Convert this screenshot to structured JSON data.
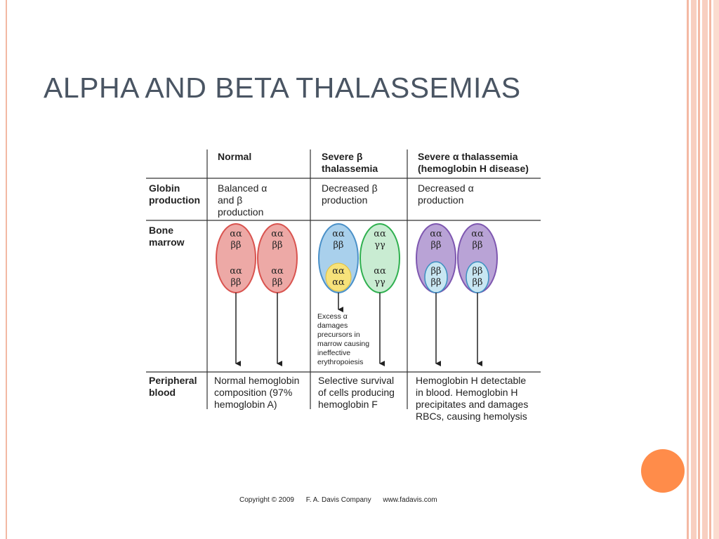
{
  "slide": {
    "title": "ALPHA AND BETA THALASSEMIAS"
  },
  "diagram": {
    "columns": [
      {
        "header_line1": "Normal",
        "header_line2": ""
      },
      {
        "header_line1": "Severe β",
        "header_line2": "thalassemia"
      },
      {
        "header_line1": "Severe α thalassemia",
        "header_line2": "(hemoglobin H disease)"
      }
    ],
    "rows": [
      {
        "label_line1": "Globin",
        "label_line2": "production"
      },
      {
        "label_line1": "Bone",
        "label_line2": "marrow"
      },
      {
        "label_line1": "Peripheral",
        "label_line2": "blood"
      }
    ],
    "globin": [
      [
        "Balanced α",
        "and β",
        "production"
      ],
      [
        "Decreased β",
        "production",
        ""
      ],
      [
        "Decreased α",
        "production",
        ""
      ]
    ],
    "glyphs": {
      "aa": "αα",
      "bb": "ββ",
      "gg": "γγ"
    },
    "note": [
      "Excess α",
      "damages",
      "precursors in",
      "marrow causing",
      "ineffective",
      "erythropoiesis"
    ],
    "peripheral": [
      [
        "Normal hemoglobin",
        "composition (97%",
        "hemoglobin A)"
      ],
      [
        "Selective survival",
        "of cells producing",
        "hemoglobin F"
      ],
      [
        "Hemoglobin H detectable",
        "in blood. Hemoglobin H",
        "precipitates and damages",
        "RBCs, causing hemolysis"
      ]
    ],
    "colors": {
      "normal_fill": "#eda9a6",
      "normal_stroke": "#d9534f",
      "beta_fill": "#a9d0ec",
      "beta_stroke": "#4a90c8",
      "yellow_fill": "#f7e27a",
      "gamma_fill": "#c9ecd2",
      "gamma_stroke": "#2fb04f",
      "purple_fill": "#b9a3d6",
      "purple_stroke": "#7e57b0",
      "inner_fill": "#c8e6f2",
      "inner_stroke": "#3b8fc0"
    }
  },
  "footer": {
    "copyright": "Copyright © 2009",
    "company": "F. A. Davis Company",
    "url": "www.fadavis.com"
  }
}
